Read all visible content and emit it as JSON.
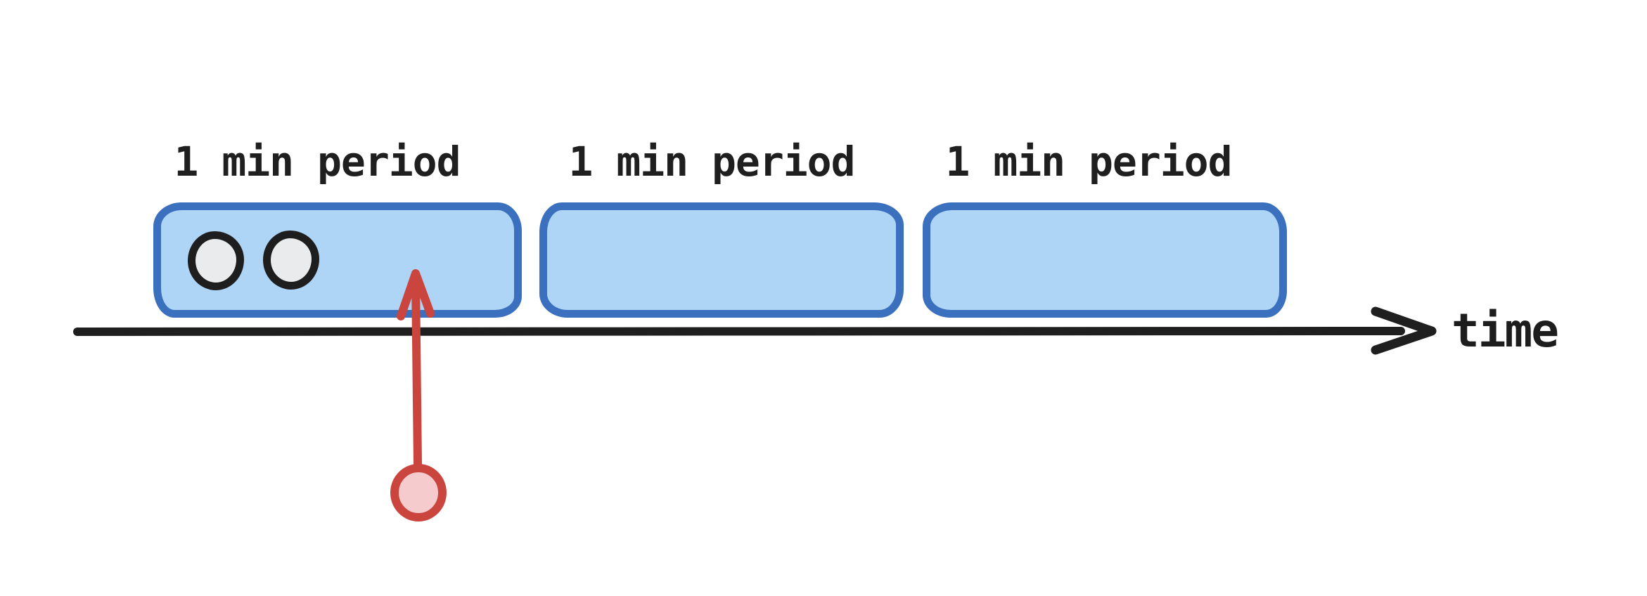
{
  "diagram": {
    "type": "timeline",
    "style": "hand-drawn",
    "axis_label": "time",
    "periods": [
      {
        "label": "1 min period",
        "request_tokens": 2,
        "marked_by_arrow": true
      },
      {
        "label": "1 min period",
        "request_tokens": 0,
        "marked_by_arrow": false
      },
      {
        "label": "1 min period",
        "request_tokens": 0,
        "marked_by_arrow": false
      }
    ]
  },
  "colors": {
    "background": "#ffffff",
    "period_box_fill": "#aed4f6",
    "period_box_border": "#3a70bd",
    "token_fill": "#e9ebec",
    "token_border": "#1e1e1e",
    "axis_ink": "#1f1f1f",
    "text_ink": "#1f1f1f",
    "marker_stroke": "#c9453e",
    "marker_fill": "#f6cbcd"
  }
}
